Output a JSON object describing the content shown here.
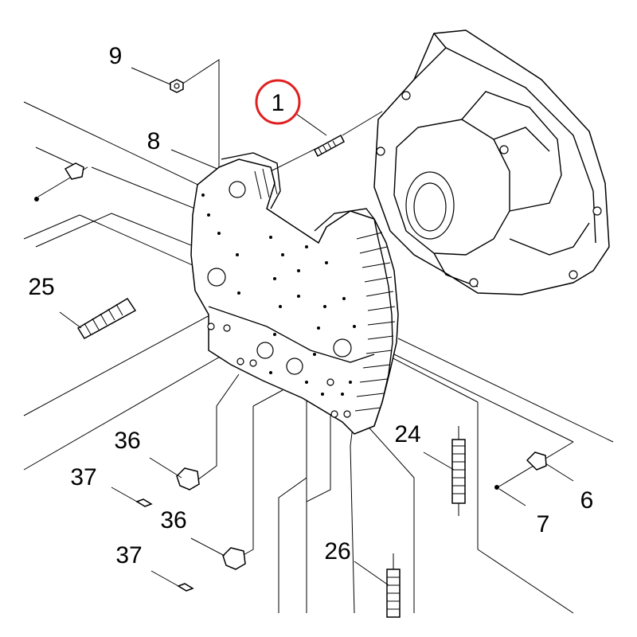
{
  "diagram": {
    "highlight_color": "#e02020",
    "callouts": [
      {
        "id": "c1",
        "text": "1",
        "highlighted": true
      },
      {
        "id": "c9",
        "text": "9"
      },
      {
        "id": "c8",
        "text": "8"
      },
      {
        "id": "c25",
        "text": "25"
      },
      {
        "id": "c36a",
        "text": "36"
      },
      {
        "id": "c37a",
        "text": "37"
      },
      {
        "id": "c36b",
        "text": "36"
      },
      {
        "id": "c37b",
        "text": "37"
      },
      {
        "id": "c24",
        "text": "24"
      },
      {
        "id": "c26",
        "text": "26"
      },
      {
        "id": "c6",
        "text": "6"
      },
      {
        "id": "c7",
        "text": "7"
      }
    ]
  }
}
